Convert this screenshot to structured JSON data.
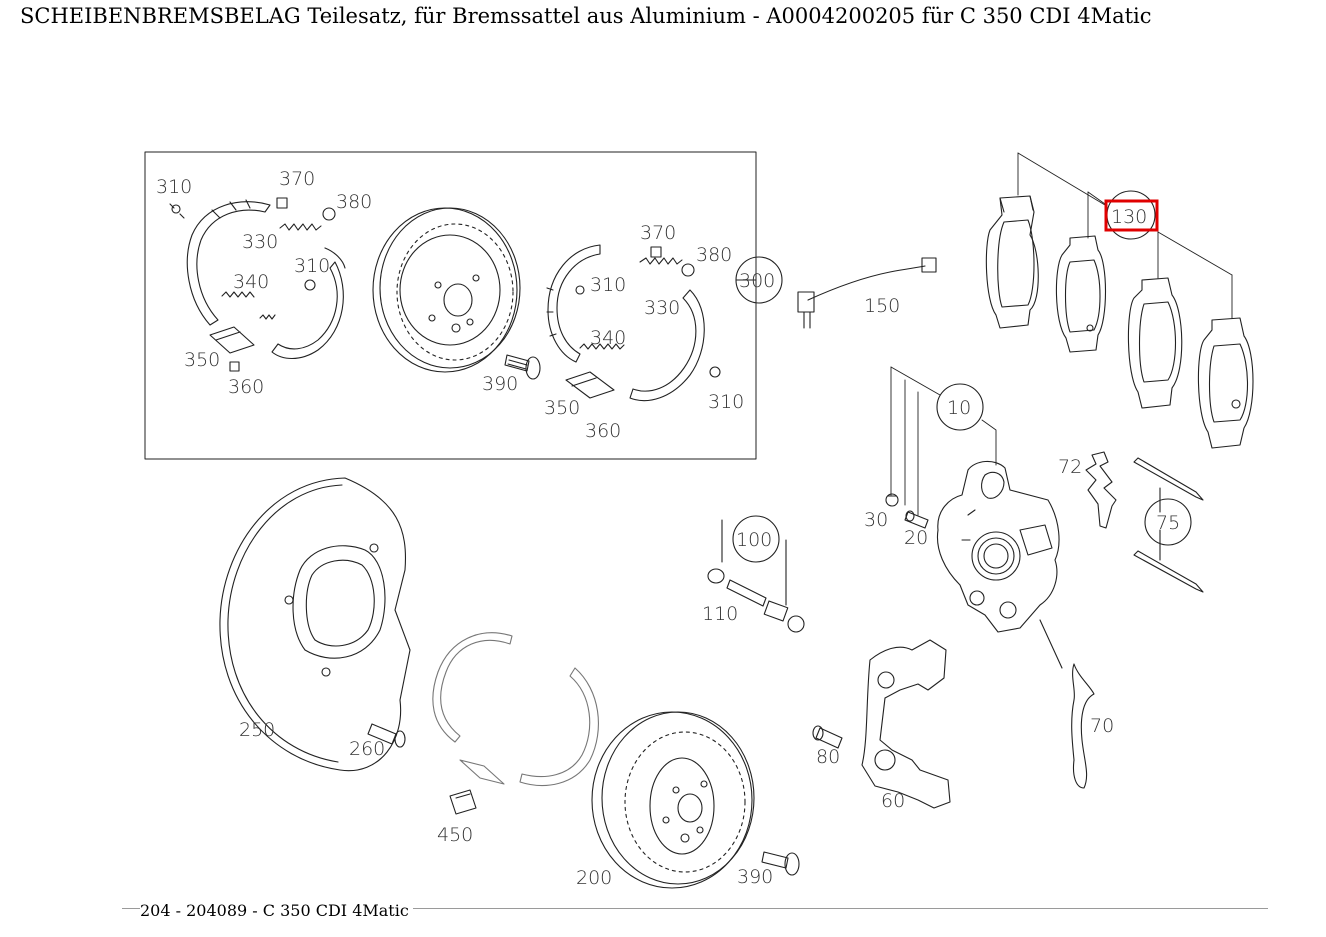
{
  "title": "SCHEIBENBREMSBELAG Teilesatz, für Bremssattel aus Aluminium - A0004200205 für C 350 CDI 4Matic",
  "footer": "204 - 204089 - C 350 CDI 4Matic",
  "highlight_color": "#e00000",
  "highlighted_part": "130",
  "inset_labels": {
    "l310a": "310",
    "l370a": "370",
    "l380a": "380",
    "l330a": "330",
    "l310b": "310",
    "l340a": "340",
    "l350a": "350",
    "l360a": "360",
    "l370b": "370",
    "l380b": "380",
    "l310c": "310",
    "l330b": "330",
    "l340b": "340",
    "l390a": "390",
    "l350b": "350",
    "l360b": "360",
    "l310d": "310",
    "l300": "300"
  },
  "part_labels": {
    "l150": "150",
    "l130": "130",
    "l10": "10",
    "l72": "72",
    "l75": "75",
    "l30": "30",
    "l20": "20",
    "l100": "100",
    "l110": "110",
    "l250": "250",
    "l260": "260",
    "l450": "450",
    "l200": "200",
    "l390b": "390",
    "l80": "80",
    "l60": "60",
    "l70": "70"
  }
}
